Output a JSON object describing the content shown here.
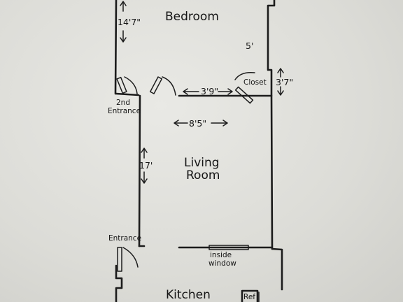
{
  "rooms": {
    "bedroom": "Bedroom",
    "living_line1": "Living",
    "living_line2": "Room",
    "kitchen": "Kitchen"
  },
  "labels": {
    "closet": "Closet",
    "second_entrance_line1": "2nd",
    "second_entrance_line2": "Entrance",
    "entrance": "Entrance",
    "window_line1": "inside",
    "window_line2": "window",
    "fridge": "Ref"
  },
  "dimensions": {
    "bedroom_height": "14'7\"",
    "bedroom_right_wall": "5'",
    "closet_height": "3'7\"",
    "closet_width": "3'9\"",
    "living_width": "8'5\"",
    "living_height": "17'"
  }
}
